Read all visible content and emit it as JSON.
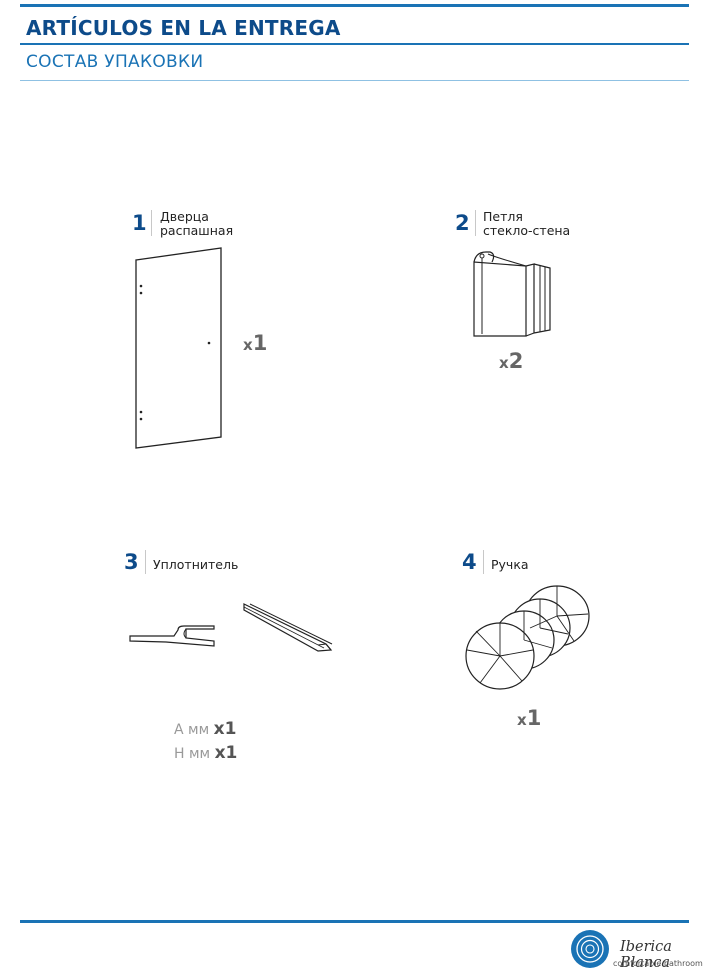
{
  "header": {
    "title": "ARTÍCULOS EN LA ENTREGA",
    "subtitle": "СОСТАВ УПАКОВКИ"
  },
  "items": [
    {
      "number": "1",
      "label_line1": "Дверца",
      "label_line2": "распашная",
      "qty_prefix": "x",
      "qty_value": "1"
    },
    {
      "number": "2",
      "label_line1": "Петля",
      "label_line2": "стекло-стена",
      "qty_prefix": "x",
      "qty_value": "2"
    },
    {
      "number": "3",
      "label_line1": "Уплотнитель",
      "dims": [
        {
          "label": "A мм",
          "qty_prefix": "x",
          "qty_value": "1"
        },
        {
          "label": "H мм",
          "qty_prefix": "x",
          "qty_value": "1"
        }
      ]
    },
    {
      "number": "4",
      "label_line1": "Ручка",
      "qty_prefix": "x",
      "qty_value": "1"
    }
  ],
  "footer": {
    "brand": "Iberica Blanca",
    "tagline": "comfortable bathroom"
  },
  "colors": {
    "primary": "#0d4b8a",
    "accent": "#1a73b5",
    "rule_light": "#8fc1e3"
  }
}
